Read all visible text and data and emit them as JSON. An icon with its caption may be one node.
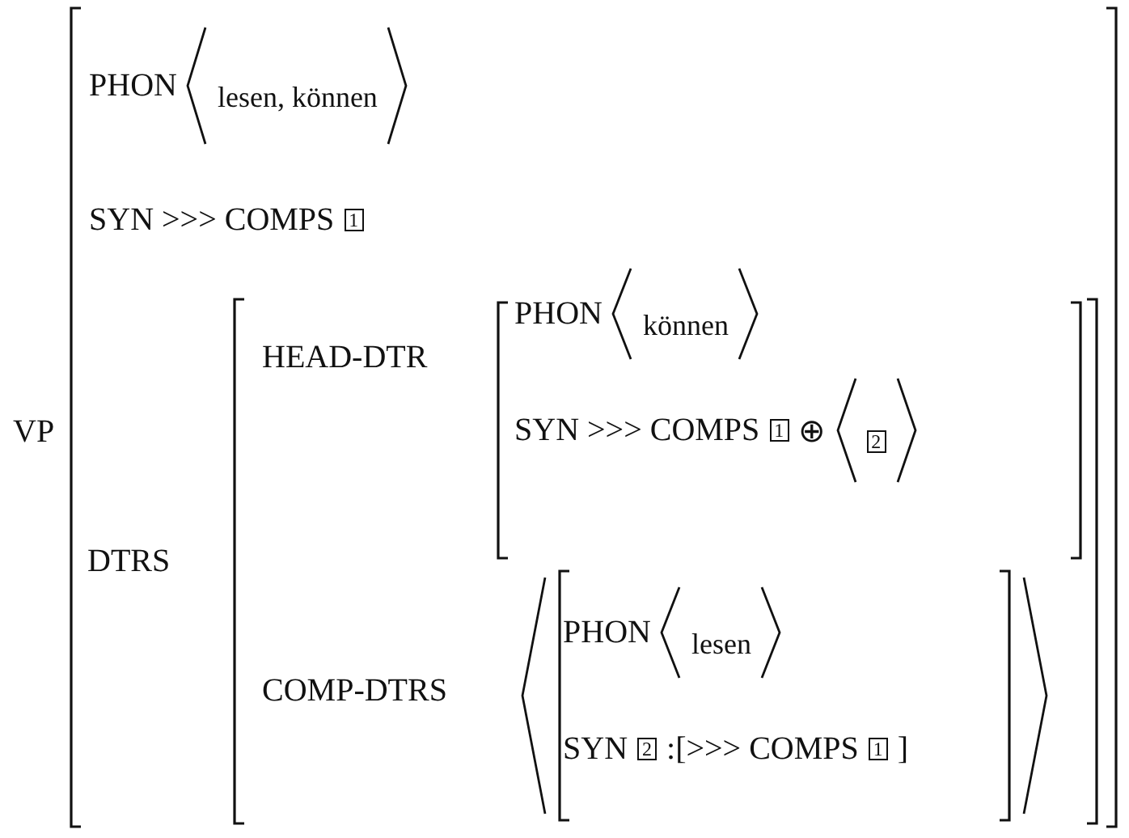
{
  "diagram": {
    "nodes": [
      {
        "text": [
          "VP"
        ]
      },
      {
        "text": [
          "DTRS"
        ],
        "in": 0
      },
      {
        "text": [
          "HEAD-DTR"
        ],
        "in": 1
      },
      {
        "text": [
          "COMP-DTRS"
        ],
        "in": 1
      }
    ],
    "labels": [
      "PHON",
      "lesen, können",
      "SYN >>> COMPS",
      "1",
      "PHON",
      "können",
      "SYN >>> COMPS",
      "1",
      "⊕",
      "2",
      "PHON",
      "lesen",
      "SYN",
      "2",
      ":[>>> COMPS",
      "1",
      "]"
    ]
  }
}
